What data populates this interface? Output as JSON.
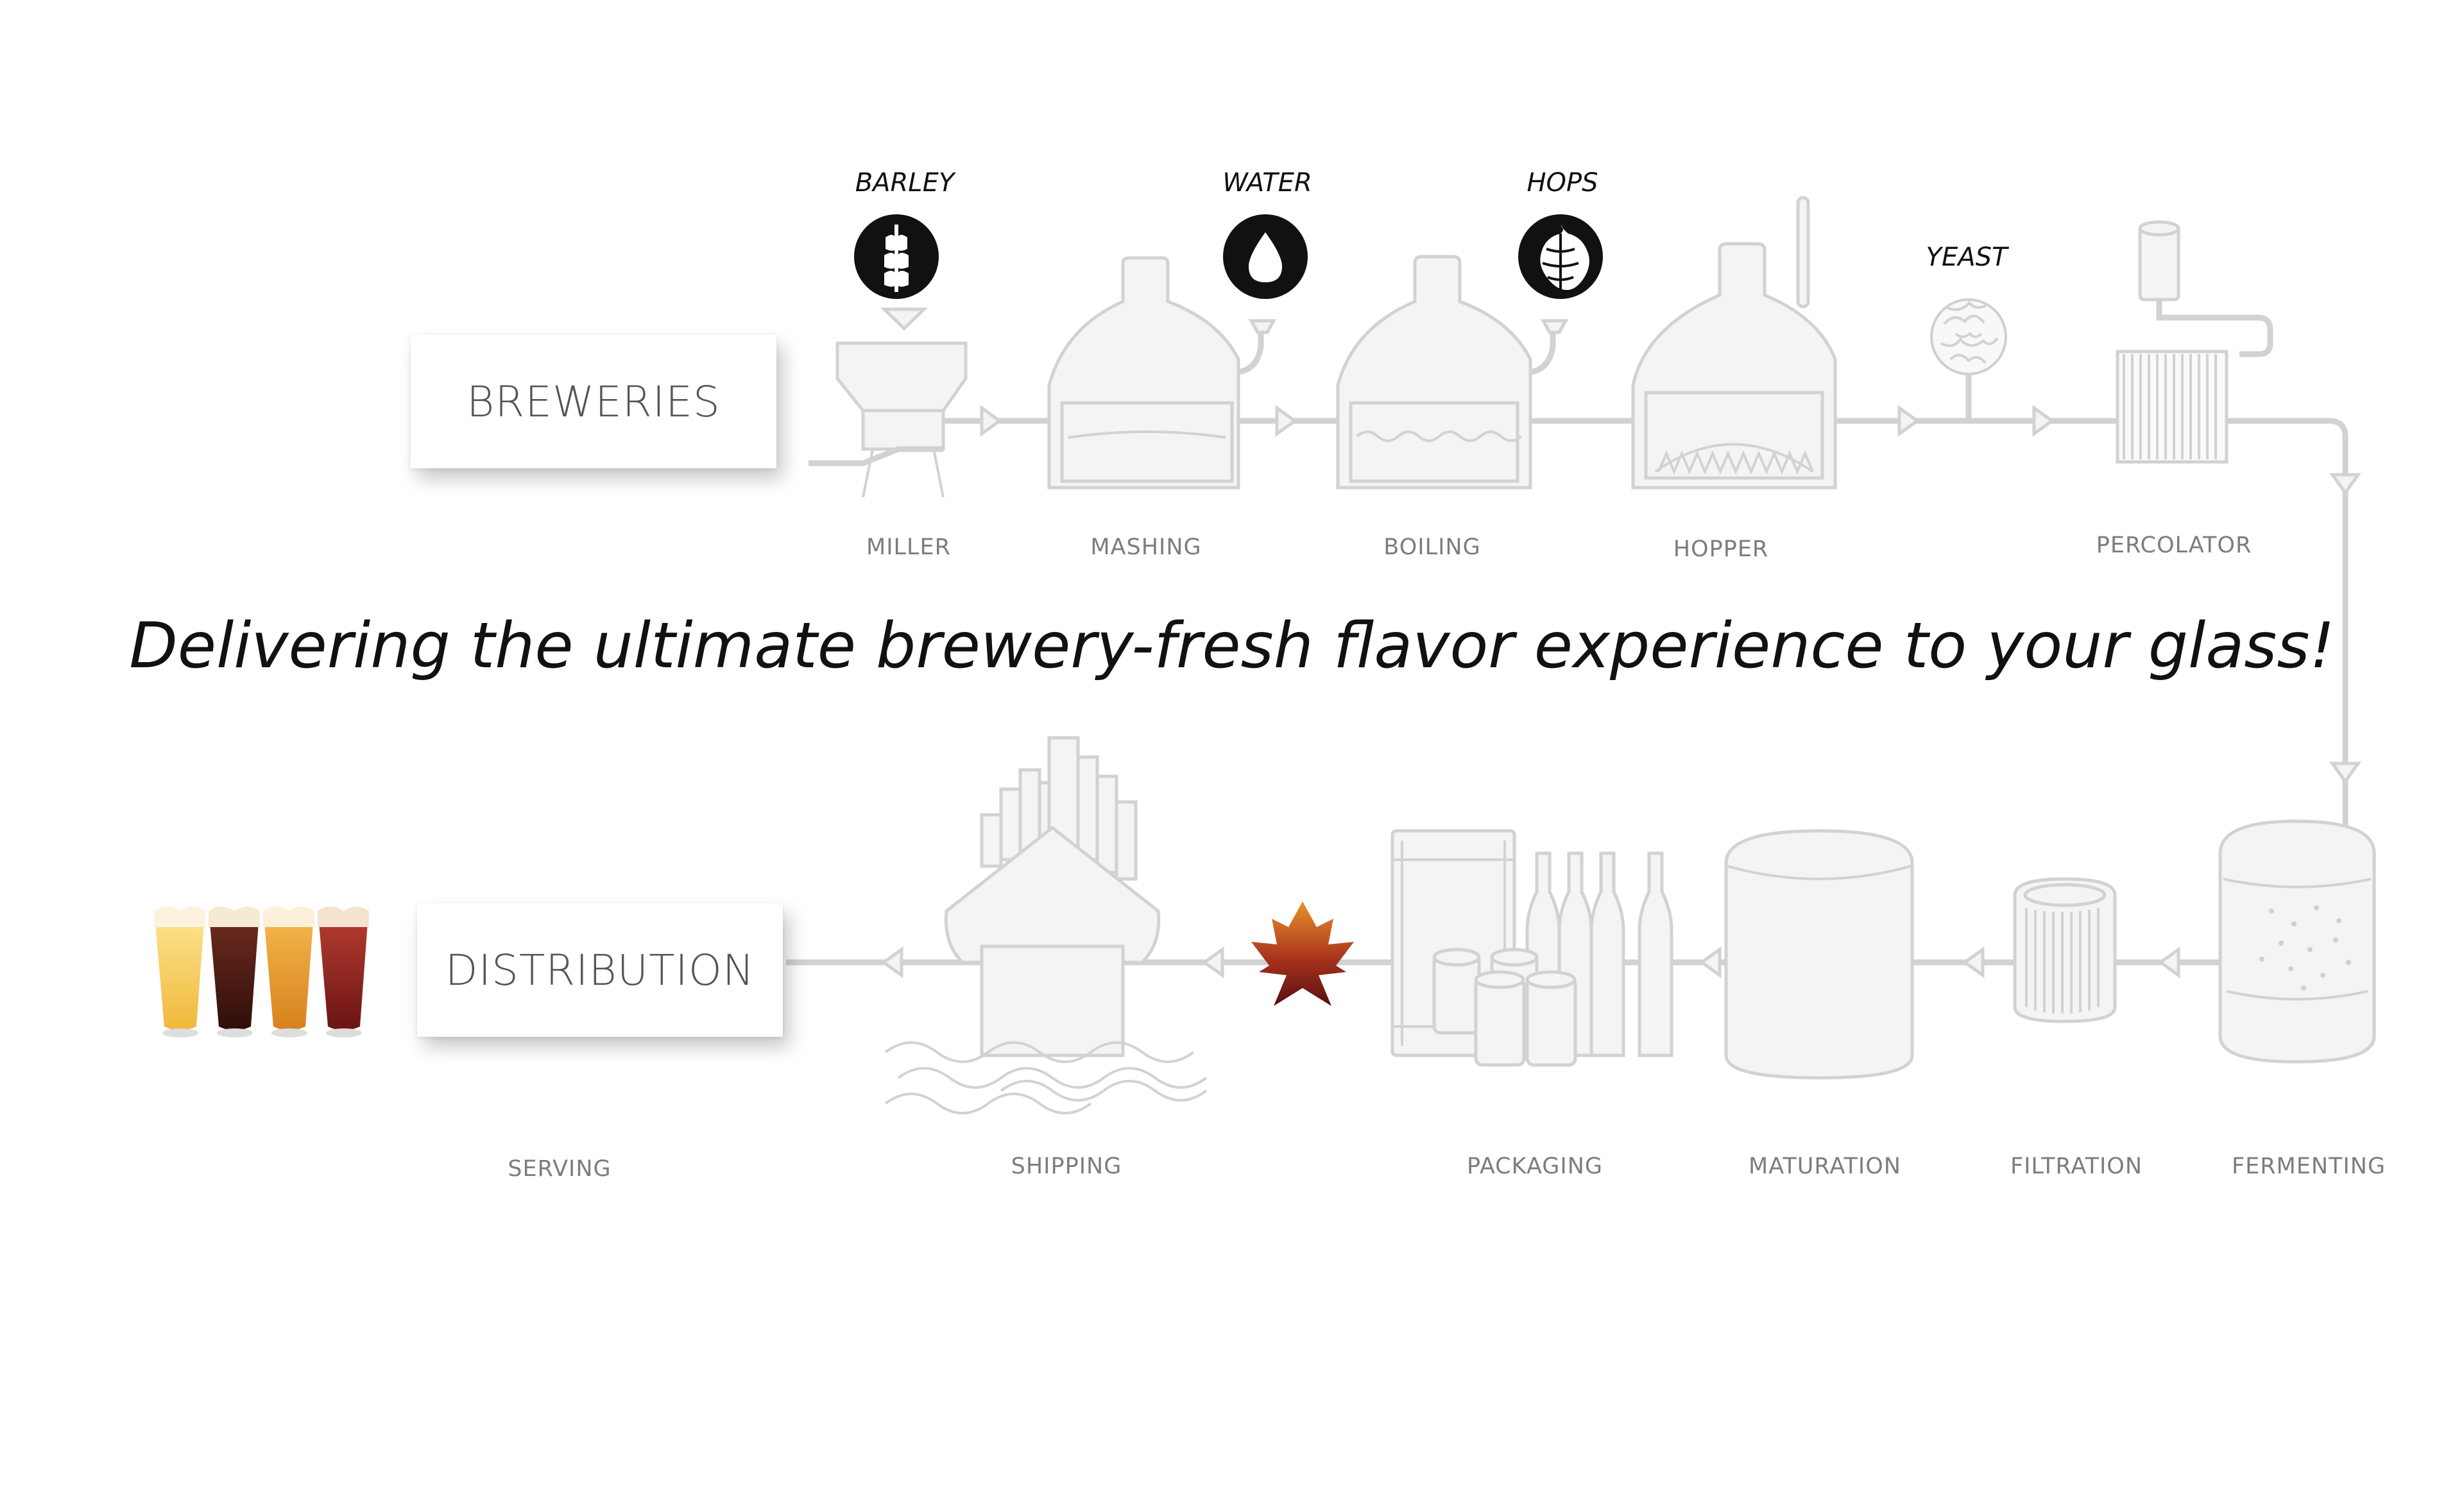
{
  "title": {
    "tagline": "Delivering the ultimate brewery-fresh flavor experience to your glass!"
  },
  "boxes": {
    "breweries": "BREWERIES",
    "distribution": "DISTRIBUTION"
  },
  "ingredients": {
    "barley": "BARLEY",
    "water": "WATER",
    "hops": "HOPS",
    "yeast": "YEAST"
  },
  "steps": {
    "miller": "MILLER",
    "mashing": "MASHING",
    "boiling": "BOILING",
    "hopper": "HOPPER",
    "percolator": "PERCOLATOR",
    "serving": "SERVING",
    "shipping": "SHIPPING",
    "packaging": "PACKAGING",
    "maturation": "MATURATION",
    "filtration": "FILTRATION",
    "fermenting": "FERMENTING"
  },
  "colors": {
    "equipment_fill": "#f4f4f4",
    "equipment_stroke": "#d2d2d2",
    "step_label": "#7d7d7d",
    "ingredient_icon": "#111111",
    "maple_leaf_top": "#e8922b",
    "maple_leaf_bottom": "#5a0f10",
    "beer_colors": [
      "#f6cd5a",
      "#4a1a14",
      "#e69a2c",
      "#8e1f1c"
    ]
  },
  "icons": {
    "barley": "wheat-icon",
    "water": "water-drop-icon",
    "hops": "hop-cone-icon",
    "yeast": "yeast-icon",
    "flag": "maple-leaf-icon"
  }
}
